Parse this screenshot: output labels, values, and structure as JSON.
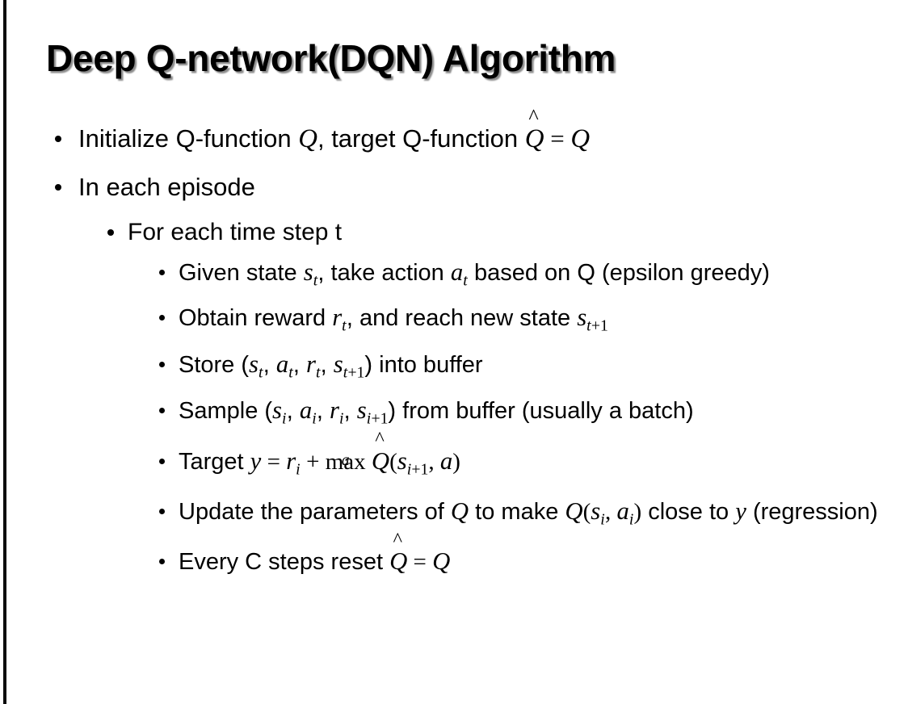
{
  "slide": {
    "title": "Deep Q-network(DQN) Algorithm",
    "background_color": "#ffffff",
    "text_color": "#000000",
    "edge_bar_color": "#0b0b0b"
  },
  "content": {
    "bullet_glyph": "•",
    "items": [
      {
        "level": 2,
        "id": "initialize",
        "text_plain": "Initialize Q-function Q, target Q-function Q̂ = Q",
        "segments": {
          "lead": "Initialize Q-function ",
          "var_q1": "Q",
          "mid": ", target Q-function ",
          "var_qhat": "Q",
          "hat_mark": "^",
          "equals": "=",
          "var_q2": "Q"
        }
      },
      {
        "level": 2,
        "id": "in-each-episode",
        "text_plain": "In each episode"
      },
      {
        "level": 3,
        "id": "for-each-time-step",
        "text_plain": "For each time step t"
      },
      {
        "level": 4,
        "id": "given-state",
        "text_plain": "Given state s_t, take action a_t based on Q (epsilon greedy)",
        "segments": {
          "lead": "Given state ",
          "s": "s",
          "s_sub": "t",
          "mid": ", take action ",
          "a": "a",
          "a_sub": "t",
          "tail": " based on Q (epsilon greedy)"
        }
      },
      {
        "level": 4,
        "id": "obtain-reward",
        "text_plain": "Obtain reward r_t, and reach new state s_t+1",
        "segments": {
          "lead": "Obtain reward ",
          "r": "r",
          "r_sub": "t",
          "mid": ", and reach new state ",
          "s": "s",
          "s_sub_t": "t",
          "s_sub_plus": "+1"
        }
      },
      {
        "level": 4,
        "id": "store-transition",
        "text_plain": "Store (s_t, a_t, r_t, s_t+1) into buffer",
        "segments": {
          "lead": "Store (",
          "s": "s",
          "s_sub": "t",
          "c1": ", ",
          "a": "a",
          "a_sub": "t",
          "c2": ", ",
          "r": "r",
          "r_sub": "t",
          "c3": ", ",
          "s2": "s",
          "s2_sub_t": "t",
          "s2_sub_plus": "+1",
          "tail": ") into buffer"
        }
      },
      {
        "level": 4,
        "id": "sample-batch",
        "text_plain": "Sample (s_i, a_i, r_i, s_i+1) from buffer (usually a batch)",
        "segments": {
          "lead": "Sample (",
          "s": "s",
          "s_sub": "i",
          "c1": ", ",
          "a": "a",
          "a_sub": "i",
          "c2": ", ",
          "r": "r",
          "r_sub": "i",
          "c3": ", ",
          "s2": "s",
          "s2_sub_i": "i",
          "s2_sub_plus": "+1",
          "tail": ") from buffer (usually a batch)"
        }
      },
      {
        "level": 4,
        "id": "target-equation",
        "text_plain": "Target y = r_i + max_a Q̂(s_i+1, a)",
        "segments": {
          "lead": "Target ",
          "y": "y",
          "equals": "=",
          "r": "r",
          "r_sub": "i",
          "plus": "+",
          "max_op": "max",
          "max_limit": "a",
          "qhat": "Q",
          "hat_mark": "^",
          "paren_open": "(",
          "s": "s",
          "s_sub_i": "i",
          "s_sub_plus": "+1",
          "comma": ", ",
          "a": "a",
          "paren_close": ")"
        }
      },
      {
        "level": 4,
        "id": "update-parameters",
        "text_plain": "Update the parameters of Q to make Q(s_i, a_i) close to y (regression)",
        "segments": {
          "lead": "Update the parameters of ",
          "q1": "Q",
          "mid": " to make ",
          "q2": "Q",
          "paren_open": "(",
          "s": "s",
          "s_sub": "i",
          "comma": ", ",
          "a": "a",
          "a_sub": "i",
          "paren_close": ")",
          "tail": " close to ",
          "y": "y",
          "tail2": " (regression)"
        }
      },
      {
        "level": 4,
        "id": "reset-target-network",
        "text_plain": "Every C steps reset Q̂ = Q",
        "segments": {
          "lead": "Every C steps reset ",
          "qhat": "Q",
          "hat_mark": "^",
          "equals": "=",
          "q": "Q"
        }
      }
    ]
  }
}
